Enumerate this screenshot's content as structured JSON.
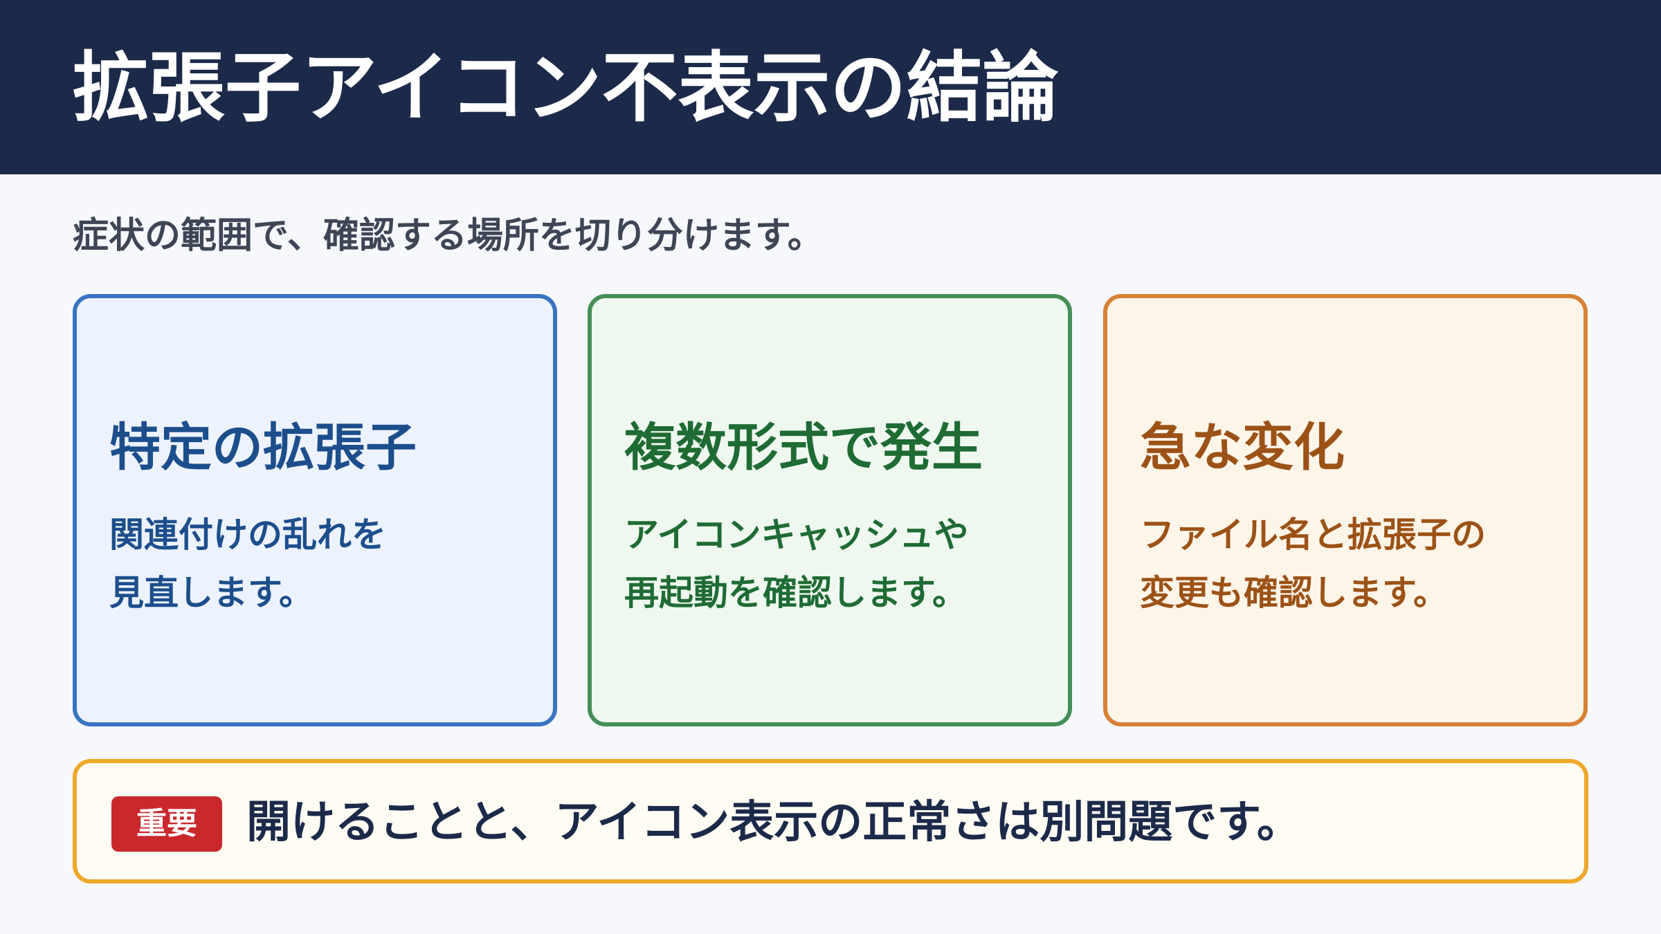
{
  "header": {
    "title": "拡張子アイコン不表示の結論"
  },
  "subtitle": "症状の範囲で、確認する場所を切り分けます。",
  "cards": [
    {
      "title": "特定の拡張子",
      "lines": [
        "関連付けの乱れを",
        "見直します。"
      ]
    },
    {
      "title": "複数形式で発生",
      "lines": [
        "アイコンキャッシュや",
        "再起動を確認します。"
      ]
    },
    {
      "title": "急な変化",
      "lines": [
        "ファイル名と拡張子の",
        "変更も確認します。"
      ]
    }
  ],
  "note": {
    "badge": "重要",
    "text": "開けることと、アイコン表示の正常さは別問題です。"
  },
  "colors": {
    "header_bg": "#1c2a4a",
    "card_blue": "#3874c0",
    "card_green": "#448e56",
    "card_orange": "#d88136",
    "note_border": "#eea82a",
    "badge_red": "#c9282d"
  }
}
